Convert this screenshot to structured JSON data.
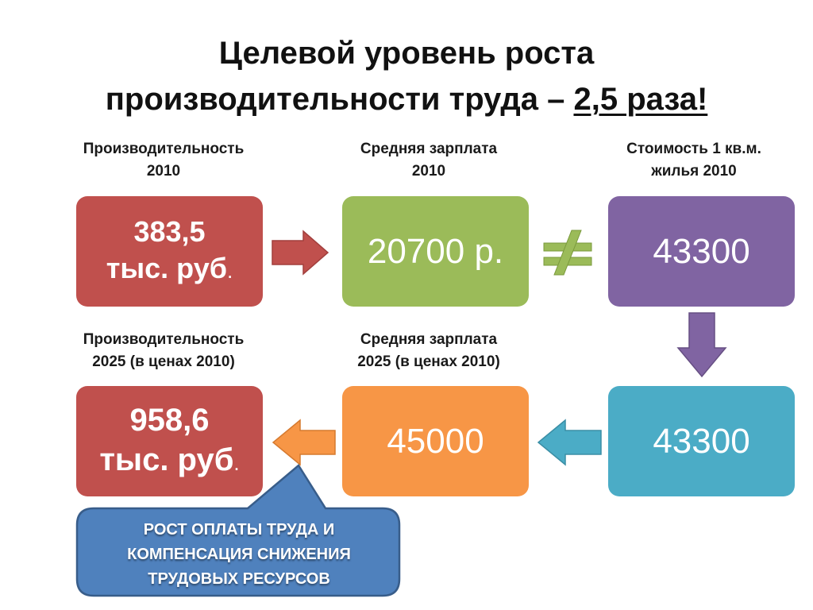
{
  "title": {
    "line1": "Целевой уровень роста",
    "line2_prefix": "производительности труда – ",
    "line2_emphasis": "2,5 раза!"
  },
  "labels": {
    "prod_2010": [
      "Производительность",
      "2010"
    ],
    "salary_2010": [
      "Средняя зарплата",
      "2010"
    ],
    "housing_2010": [
      "Стоимость 1 кв.м.",
      "жилья 2010"
    ],
    "prod_2025": [
      "Производительность",
      "2025 (в ценах 2010)"
    ],
    "salary_2025": [
      "Средняя зарплата",
      "2025 (в ценах 2010)"
    ]
  },
  "boxes": {
    "prod_2010": {
      "value": "383,5",
      "unit": "тыс. руб",
      "dot": "."
    },
    "salary_2010": {
      "value": "20700 р."
    },
    "housing_2010": {
      "value": "43300"
    },
    "prod_2025": {
      "value": "958,6",
      "unit": "тыс. руб",
      "dot": "."
    },
    "salary_2025": {
      "value": "45000"
    },
    "housing_2025": {
      "value": "43300"
    }
  },
  "callout": {
    "lines": [
      "РОСТ ОПЛАТЫ ТРУДА И",
      "КОМПЕНСАЦИЯ СНИЖЕНИЯ",
      "ТРУДОВЫХ РЕСУРСОВ"
    ]
  },
  "colors": {
    "red": "#c0504d",
    "green": "#9bbb59",
    "purple": "#8064a2",
    "orange": "#f79646",
    "cyan": "#4bacc6",
    "callout_fill": "#4f81bd",
    "callout_border": "#385d8a"
  },
  "icons": {
    "not_equal": "not-equal-icon"
  }
}
